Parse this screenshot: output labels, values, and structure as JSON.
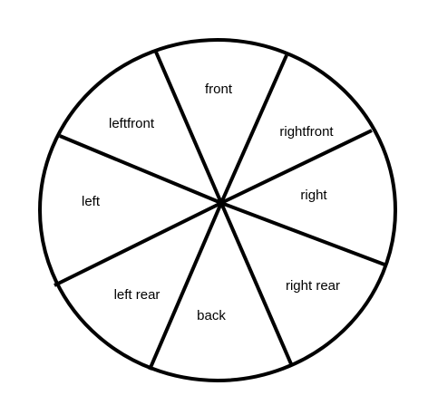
{
  "diagram": {
    "stroke_color": "#000000",
    "background_color": "#ffffff",
    "sectors": [
      {
        "id": "front",
        "label": "front"
      },
      {
        "id": "rightfront",
        "label": "rightfront"
      },
      {
        "id": "right",
        "label": "right"
      },
      {
        "id": "right-rear",
        "label": "right rear"
      },
      {
        "id": "back",
        "label": "back"
      },
      {
        "id": "left-rear",
        "label": "left rear"
      },
      {
        "id": "left",
        "label": "left"
      },
      {
        "id": "leftfront",
        "label": "leftfront"
      }
    ]
  }
}
